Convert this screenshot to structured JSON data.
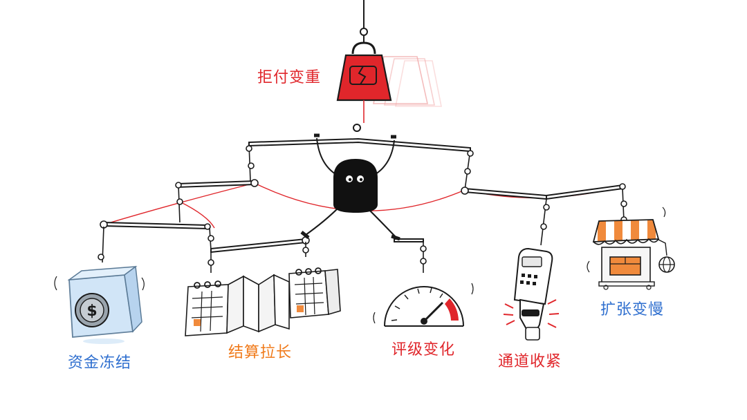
{
  "labels": {
    "payment_rejection": "拒付变重",
    "fund_freeze": "资金冻结",
    "settlement_extended": "结算拉长",
    "rating_change": "评级变化",
    "channel_tightening": "通道收紧",
    "expansion_slowdown": "扩张变慢"
  },
  "colors": {
    "red": "#e0262b",
    "blue": "#2f6fcf",
    "orange": "#f07a1a",
    "ink": "#1a1a1a",
    "ice": "#cfe4f7"
  },
  "icons": {
    "weight": "cracked-weight-icon",
    "ice_coin": "frozen-dollar-coin-icon",
    "calendar": "calendar-accordion-icon",
    "gauge": "speedometer-gauge-icon",
    "pos": "pos-terminal-icon",
    "shop": "storefront-globe-icon",
    "figure": "balancing-character-icon"
  }
}
